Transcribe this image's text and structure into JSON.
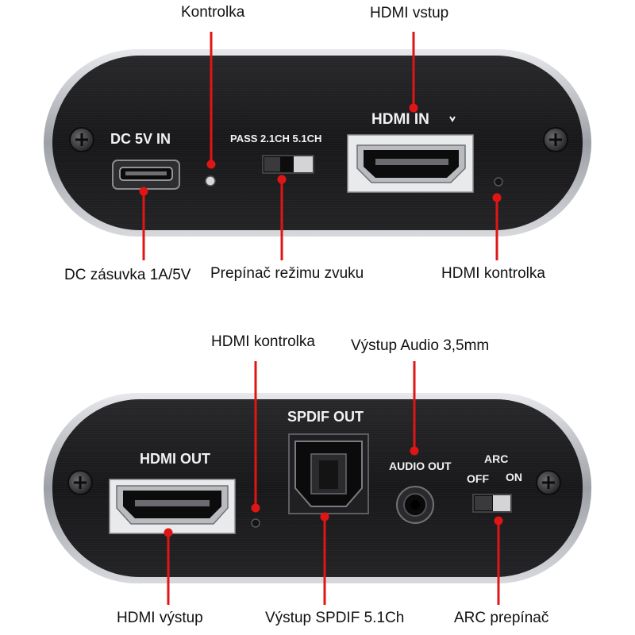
{
  "top_device": {
    "panel_labels": {
      "dc_in": "DC 5V IN",
      "mode": "PASS 2.1CH 5.1CH",
      "hdmi_in": "HDMI IN"
    },
    "callouts": {
      "indicator": "Kontrolka",
      "hdmi_input": "HDMI vstup",
      "dc_socket": "DC zásuvka 1A/5V",
      "mode_switch": "Prepínač režimu zvuku",
      "hdmi_indicator": "HDMI kontrolka"
    }
  },
  "bottom_device": {
    "panel_labels": {
      "hdmi_out": "HDMI OUT",
      "spdif_out": "SPDIF OUT",
      "audio_out": "AUDIO OUT",
      "arc": "ARC",
      "arc_off": "OFF",
      "arc_on": "ON"
    },
    "callouts": {
      "hdmi_indicator": "HDMI kontrolka",
      "audio_output": "Výstup Audio 3,5mm",
      "hdmi_output": "HDMI výstup",
      "spdif_output": "Výstup SPDIF 5.1Ch",
      "arc_switch": "ARC prepínač"
    }
  },
  "colors": {
    "leader_line": "#e01515",
    "panel": "#1b1b1d",
    "bezel": "#c9cbd0",
    "label_text": "#111111",
    "panel_text": "#f2f2f2"
  }
}
